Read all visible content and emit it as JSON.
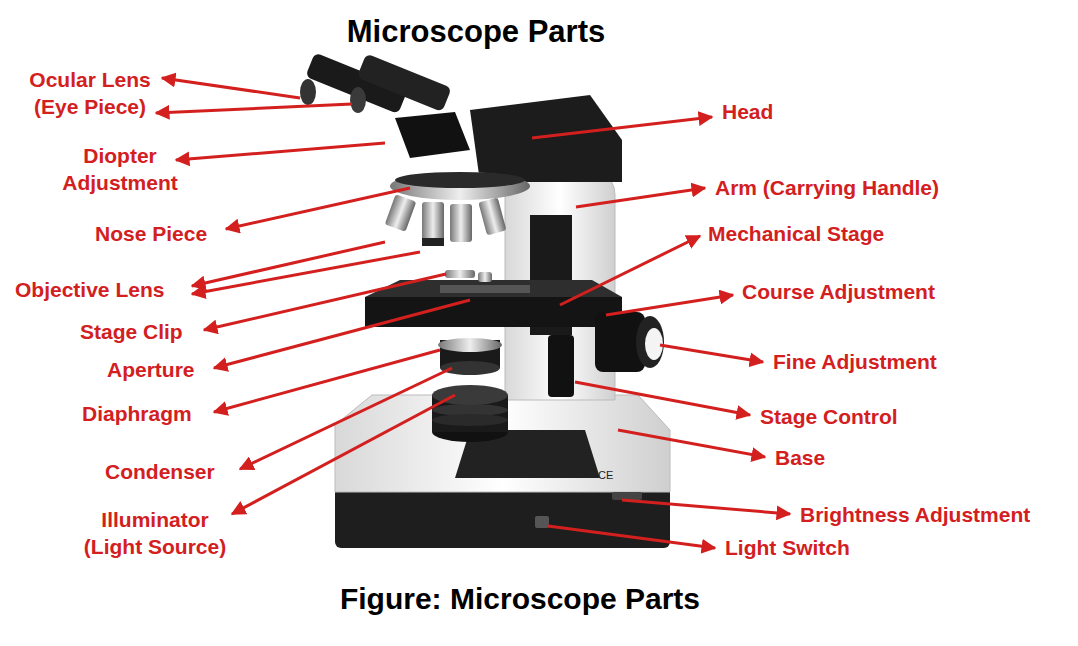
{
  "diagram": {
    "title": "Microscope Parts",
    "caption": "Figure: Microscope Parts",
    "labels": [
      "Ocular Lens (Eye Piece)",
      "Diopter Adjustment",
      "Nose Piece",
      "Objective Lens",
      "Stage Clip",
      "Aperture",
      "Diaphragm",
      "Condenser",
      "Illuminator (Light Source)",
      "Head",
      "Arm (Carrying Handle)",
      "Mechanical Stage",
      "Course Adjustment",
      "Fine Adjustment",
      "Stage Control",
      "Base",
      "Brightness Adjustment",
      "Light Switch",
      "CE"
    ]
  }
}
